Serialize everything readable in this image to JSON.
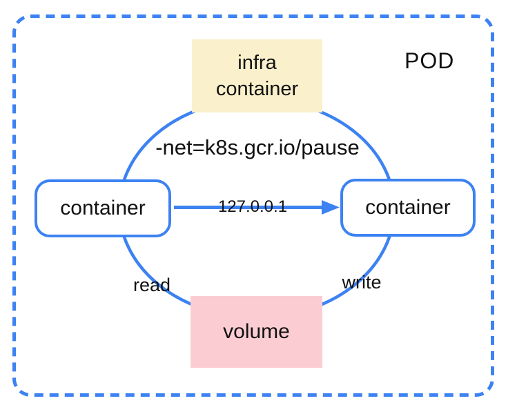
{
  "diagram": {
    "pod_label": "POD",
    "nodes": {
      "infra_container": {
        "line1": "infra",
        "line2": "container"
      },
      "container_left": {
        "label": "container"
      },
      "container_right": {
        "label": "container"
      },
      "volume": {
        "label": "volume"
      }
    },
    "edge_labels": {
      "net": "-net=k8s.gcr.io/pause",
      "ip": "127.0.0.1",
      "read": "read",
      "write": "write"
    },
    "colors": {
      "blue": "#3D82F2",
      "infra_bg": "#FAF1CC",
      "volume_bg": "#FBCDD2",
      "text": "#111111"
    }
  }
}
